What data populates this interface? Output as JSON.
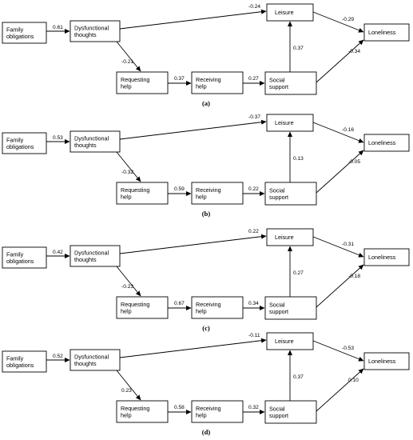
{
  "node_labels": {
    "family": [
      "Family",
      "obligations"
    ],
    "dysfunctional": [
      "Dysfunctional",
      "thoughts"
    ],
    "leisure": [
      "Leisure"
    ],
    "loneliness": [
      "Loneliness"
    ],
    "requesting": [
      "Requesting",
      "help"
    ],
    "receiving": [
      "Receiving",
      "help"
    ],
    "social": [
      "Social",
      "support"
    ]
  },
  "colors": {
    "line": "#000000",
    "box_fill": "#ffffff",
    "text": "#000000"
  },
  "panels": [
    {
      "label": "(a)",
      "coefficients": {
        "family_dysfunctional": "0.61",
        "dysfunctional_leisure": "-0.24",
        "dysfunctional_requesting": "-0.21",
        "requesting_receiving": "0.37",
        "receiving_social": "0.27",
        "social_leisure": "0.37",
        "leisure_loneliness": "-0.29",
        "social_loneliness": "-0.34"
      }
    },
    {
      "label": "(b)",
      "coefficients": {
        "family_dysfunctional": "0.53",
        "dysfunctional_leisure": "-0.37",
        "dysfunctional_requesting": "-0.32",
        "requesting_receiving": "0.59",
        "receiving_social": "0.22",
        "social_leisure": "0.13",
        "leisure_loneliness": "-0.16",
        "social_loneliness": "-0.05"
      }
    },
    {
      "label": "(c)",
      "coefficients": {
        "family_dysfunctional": "0.42",
        "dysfunctional_leisure": "0.22",
        "dysfunctional_requesting": "-0.23",
        "requesting_receiving": "0.67",
        "receiving_social": "0.34",
        "social_leisure": "0.27",
        "leisure_loneliness": "-0.31",
        "social_loneliness": "-0.18"
      }
    },
    {
      "label": "(d)",
      "coefficients": {
        "family_dysfunctional": "0.52",
        "dysfunctional_leisure": "-0.11",
        "dysfunctional_requesting": "0.23",
        "requesting_receiving": "0.58",
        "receiving_social": "0.32",
        "social_leisure": "0.37",
        "leisure_loneliness": "-0.53",
        "social_loneliness": "0.10"
      }
    }
  ]
}
